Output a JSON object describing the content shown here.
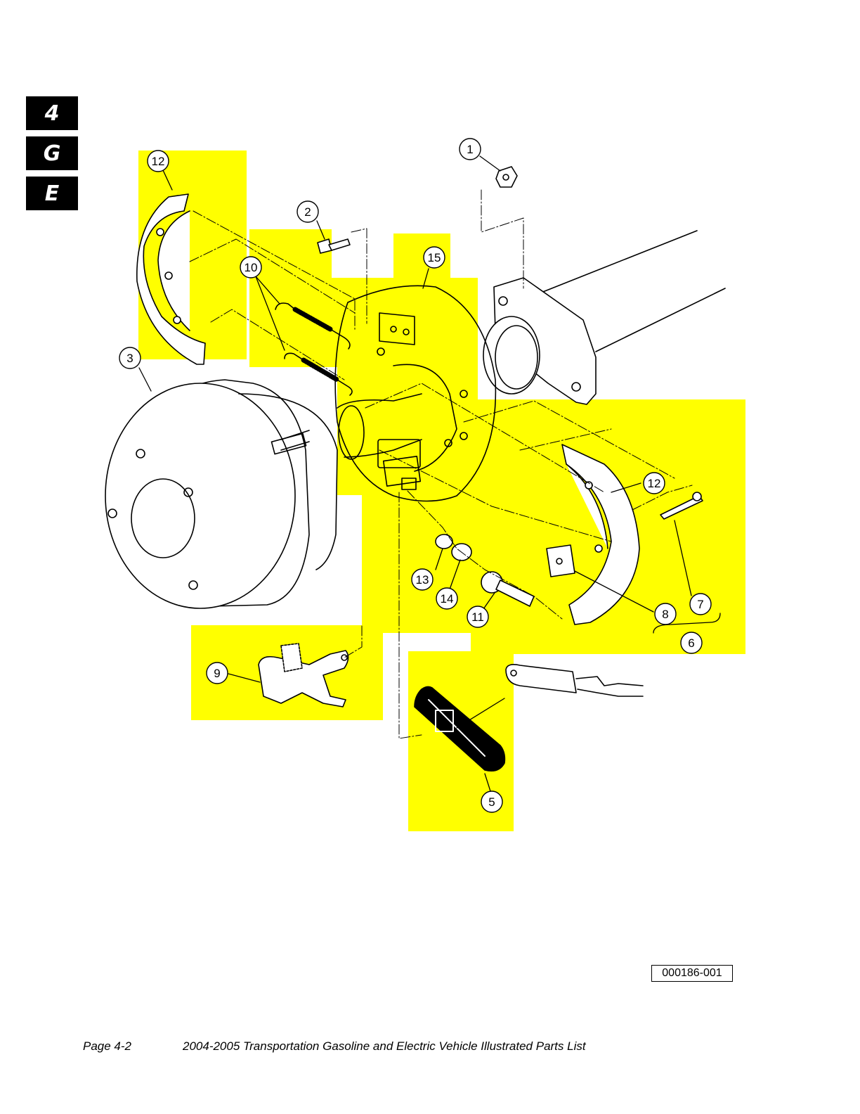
{
  "section_tabs": [
    "4",
    "G",
    "E"
  ],
  "highlight_color": "#ffff00",
  "callouts": {
    "c1": "1",
    "c2": "2",
    "c3": "3",
    "c5": "5",
    "c6": "6",
    "c7": "7",
    "c8": "8",
    "c9": "9",
    "c10": "10",
    "c11": "11",
    "c12a": "12",
    "c12b": "12",
    "c13": "13",
    "c14": "14",
    "c15": "15"
  },
  "figure_ref": "000186-001",
  "footer": {
    "page": "Page 4-2",
    "title": "2004-2005 Transportation Gasoline and Electric Vehicle Illustrated Parts List"
  }
}
